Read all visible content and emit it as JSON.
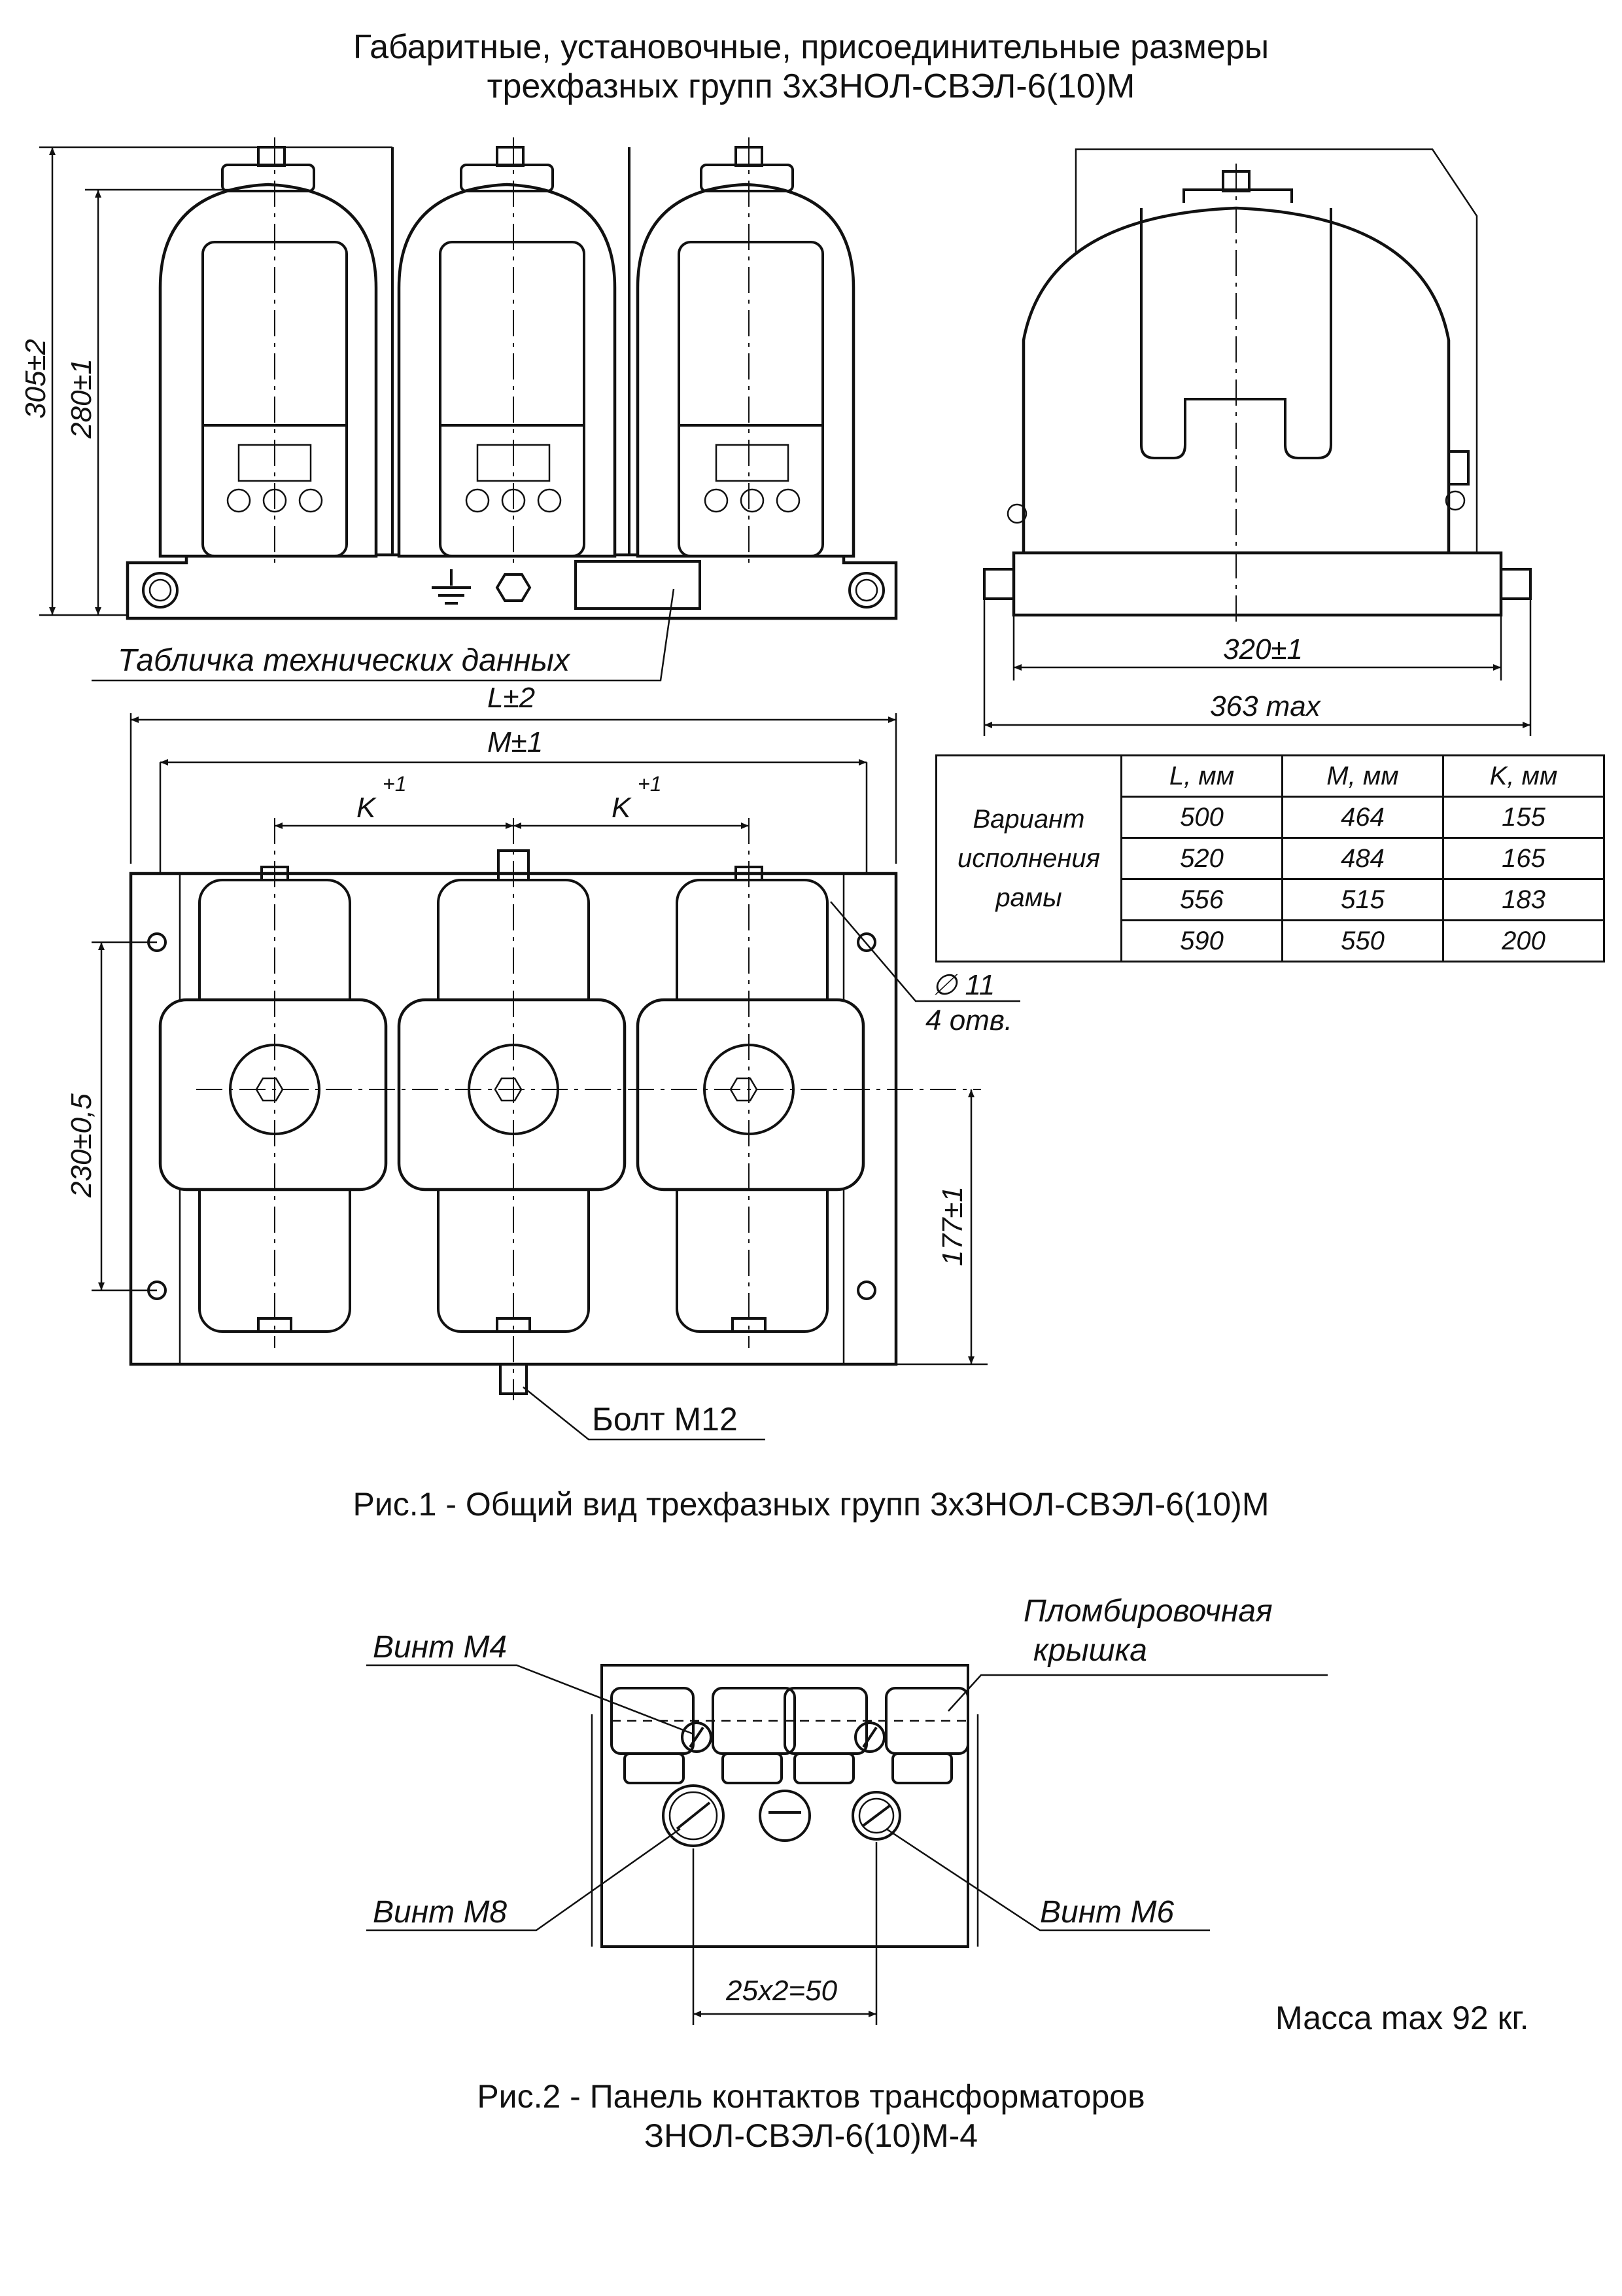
{
  "title": {
    "line1": "Габаритные, установочные, присоединительные размеры",
    "line2": "трехфазных групп 3хЗНОЛ-СВЭЛ-6(10)М"
  },
  "fig1": {
    "label_plate": "Табличка технических данных",
    "dim_L": "L±2",
    "dim_M": "M±1",
    "dim_K1": "K",
    "dim_K2": "K",
    "tol_K": "+1",
    "dim_305": "305±2",
    "dim_280": "280±1",
    "dim_320": "320±1",
    "dim_363": "363 max",
    "dim_230": "230±0,5",
    "dim_177": "177±1",
    "hole_dia": "∅ 11",
    "hole_count": "4 отв.",
    "label_bolt": "Болт М12",
    "caption": "Рис.1 - Общий вид трехфазных групп 3хЗНОЛ-СВЭЛ-6(10)М"
  },
  "table": {
    "row_header": [
      "Вариант",
      "исполнения",
      "рамы"
    ],
    "columns": [
      "L, мм",
      "M, мм",
      "K, мм"
    ],
    "rows": [
      [
        "500",
        "464",
        "155"
      ],
      [
        "520",
        "484",
        "165"
      ],
      [
        "556",
        "515",
        "183"
      ],
      [
        "590",
        "550",
        "200"
      ]
    ]
  },
  "fig2": {
    "label_m4": "Винт М4",
    "label_cover_1": "Пломбировочная",
    "label_cover_2": "крышка",
    "label_m8": "Винт М8",
    "label_m6": "Винт М6",
    "dim_pitch": "25x2=50",
    "mass": "Масса max 92 кг.",
    "caption_1": "Рис.2 - Панель контактов трансформаторов",
    "caption_2": "ЗНОЛ-СВЭЛ-6(10)М-4"
  }
}
